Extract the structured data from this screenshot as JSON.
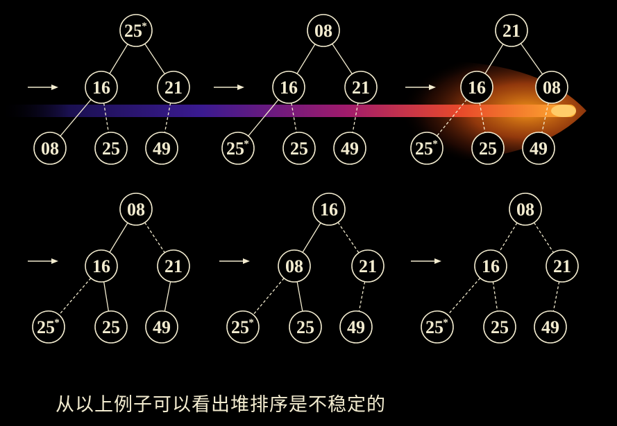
{
  "diagram": {
    "trees": [
      {
        "nodes": [
          {
            "id": "a",
            "label": "25",
            "star": "*"
          },
          {
            "id": "b",
            "label": "16",
            "star": ""
          },
          {
            "id": "c",
            "label": "21",
            "star": ""
          },
          {
            "id": "d",
            "label": "08",
            "star": ""
          },
          {
            "id": "e",
            "label": "25",
            "star": ""
          },
          {
            "id": "f",
            "label": "49",
            "star": ""
          }
        ],
        "edges": [
          {
            "from": "a",
            "to": "b",
            "style": "solid"
          },
          {
            "from": "a",
            "to": "c",
            "style": "solid"
          },
          {
            "from": "b",
            "to": "d",
            "style": "solid"
          },
          {
            "from": "b",
            "to": "e",
            "style": "dashed"
          },
          {
            "from": "c",
            "to": "f",
            "style": "dashed"
          }
        ]
      },
      {
        "nodes": [
          {
            "id": "a",
            "label": "08",
            "star": ""
          },
          {
            "id": "b",
            "label": "16",
            "star": ""
          },
          {
            "id": "c",
            "label": "21",
            "star": ""
          },
          {
            "id": "d",
            "label": "25",
            "star": "*"
          },
          {
            "id": "e",
            "label": "25",
            "star": ""
          },
          {
            "id": "f",
            "label": "49",
            "star": ""
          }
        ],
        "edges": [
          {
            "from": "a",
            "to": "b",
            "style": "solid"
          },
          {
            "from": "a",
            "to": "c",
            "style": "solid"
          },
          {
            "from": "b",
            "to": "d",
            "style": "solid"
          },
          {
            "from": "b",
            "to": "e",
            "style": "dashed"
          },
          {
            "from": "c",
            "to": "f",
            "style": "dashed"
          }
        ]
      },
      {
        "nodes": [
          {
            "id": "a",
            "label": "21",
            "star": ""
          },
          {
            "id": "b",
            "label": "16",
            "star": ""
          },
          {
            "id": "c",
            "label": "08",
            "star": ""
          },
          {
            "id": "d",
            "label": "25",
            "star": "*"
          },
          {
            "id": "e",
            "label": "25",
            "star": ""
          },
          {
            "id": "f",
            "label": "49",
            "star": ""
          }
        ],
        "edges": [
          {
            "from": "a",
            "to": "b",
            "style": "solid"
          },
          {
            "from": "a",
            "to": "c",
            "style": "solid"
          },
          {
            "from": "b",
            "to": "d",
            "style": "dashed"
          },
          {
            "from": "b",
            "to": "e",
            "style": "dashed"
          },
          {
            "from": "c",
            "to": "f",
            "style": "dashed"
          }
        ]
      },
      {
        "nodes": [
          {
            "id": "a",
            "label": "08",
            "star": ""
          },
          {
            "id": "b",
            "label": "16",
            "star": ""
          },
          {
            "id": "c",
            "label": "21",
            "star": ""
          },
          {
            "id": "d",
            "label": "25",
            "star": "*"
          },
          {
            "id": "e",
            "label": "25",
            "star": ""
          },
          {
            "id": "f",
            "label": "49",
            "star": ""
          }
        ],
        "edges": [
          {
            "from": "a",
            "to": "b",
            "style": "solid"
          },
          {
            "from": "a",
            "to": "c",
            "style": "dashed"
          },
          {
            "from": "b",
            "to": "d",
            "style": "dashed"
          },
          {
            "from": "b",
            "to": "e",
            "style": "solid"
          },
          {
            "from": "c",
            "to": "f",
            "style": "solid"
          }
        ]
      },
      {
        "nodes": [
          {
            "id": "a",
            "label": "16",
            "star": ""
          },
          {
            "id": "b",
            "label": "08",
            "star": ""
          },
          {
            "id": "c",
            "label": "21",
            "star": ""
          },
          {
            "id": "d",
            "label": "25",
            "star": "*"
          },
          {
            "id": "e",
            "label": "25",
            "star": ""
          },
          {
            "id": "f",
            "label": "49",
            "star": ""
          }
        ],
        "edges": [
          {
            "from": "a",
            "to": "b",
            "style": "solid"
          },
          {
            "from": "a",
            "to": "c",
            "style": "dashed"
          },
          {
            "from": "b",
            "to": "d",
            "style": "dashed"
          },
          {
            "from": "b",
            "to": "e",
            "style": "solid"
          },
          {
            "from": "c",
            "to": "f",
            "style": "dashed"
          }
        ]
      },
      {
        "nodes": [
          {
            "id": "a",
            "label": "08",
            "star": ""
          },
          {
            "id": "b",
            "label": "16",
            "star": ""
          },
          {
            "id": "c",
            "label": "21",
            "star": ""
          },
          {
            "id": "d",
            "label": "25",
            "star": "*"
          },
          {
            "id": "e",
            "label": "25",
            "star": ""
          },
          {
            "id": "f",
            "label": "49",
            "star": ""
          }
        ],
        "edges": [
          {
            "from": "a",
            "to": "b",
            "style": "dashed"
          },
          {
            "from": "a",
            "to": "c",
            "style": "dashed"
          },
          {
            "from": "b",
            "to": "d",
            "style": "dashed"
          },
          {
            "from": "b",
            "to": "e",
            "style": "dashed"
          },
          {
            "from": "c",
            "to": "f",
            "style": "dashed"
          }
        ]
      }
    ]
  },
  "caption": "从以上例子可以看出堆排序是不稳定的",
  "colors": {
    "background": "#000000",
    "ink": "#f3ecd0",
    "comet_head": "#ff8a00",
    "comet_tail": "#2a1670"
  }
}
